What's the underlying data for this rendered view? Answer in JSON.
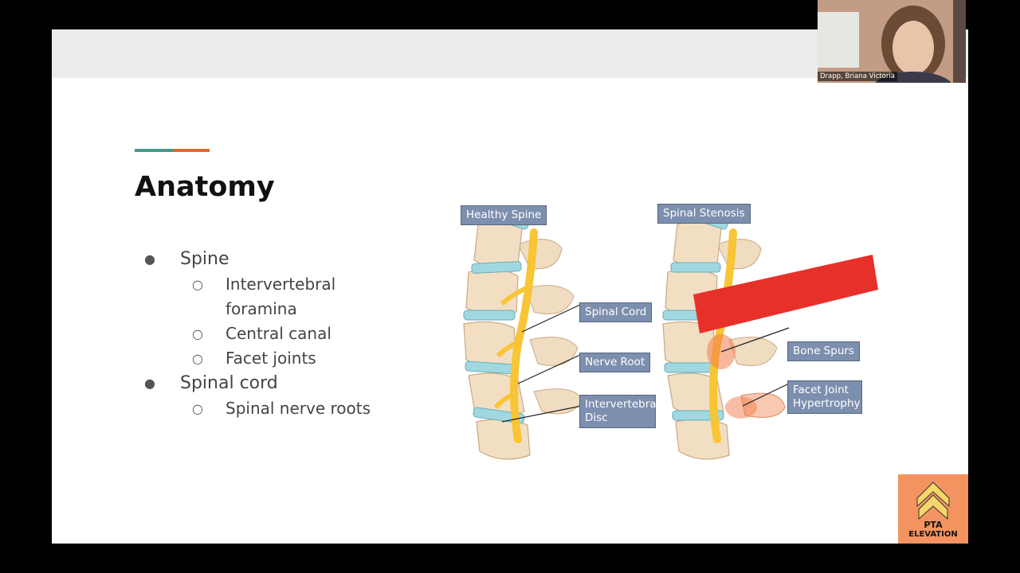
{
  "slide": {
    "title": "Anatomy",
    "bullets": [
      {
        "label": "Spine",
        "sub": [
          "Intervertebral foramina",
          "Central canal",
          "Facet joints"
        ]
      },
      {
        "label": "Spinal cord",
        "sub": [
          "Spinal nerve roots"
        ]
      }
    ]
  },
  "illustration": {
    "left_title": "Healthy Spine",
    "right_title": "Spinal Stenosis",
    "left_labels": [
      "Spinal Cord",
      "Nerve Root",
      "Intervertebral Disc"
    ],
    "right_labels": [
      "Bone Spurs",
      "Facet Joint Hypertrophy"
    ]
  },
  "logo": {
    "line1": "PTA",
    "line2": "ELEVATION"
  },
  "webcam": {
    "participant_name": "Drapp, Briana Victoria"
  },
  "colors": {
    "accent_teal": "#3f9b8a",
    "accent_orange": "#e06a2c",
    "redaction": "#e8302a",
    "label_bg": "#7d8fae",
    "logo_bg": "#f3935f"
  }
}
